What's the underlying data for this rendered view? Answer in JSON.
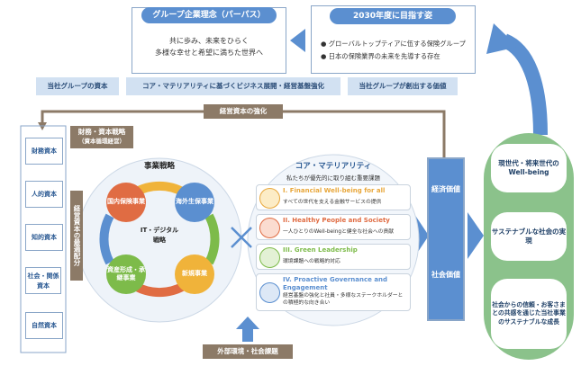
{
  "purpose": {
    "title": "グループ企業理念（パーパス）",
    "line1": "共に歩み、未来をひらく",
    "line2": "多様な幸せと希望に満ちた世界へ"
  },
  "vision2030": {
    "title": "2030年度に目指す姿",
    "items": [
      "グローバルトップティアに伍する保険グループ",
      "日本の保険業界の未来を先導する存在"
    ]
  },
  "flow_bar": {
    "left": "当社グループの資本",
    "middle": "コア・マテリアリティに基づくビジネス展開・経営基盤強化",
    "right": "当社グループが創出する価値"
  },
  "capital_reinforcement": "経営資本の強化",
  "financial_strategy": {
    "title": "財務・資本戦略",
    "subtitle": "（資本循環経営）"
  },
  "capitals": [
    "財務資本",
    "人的資本",
    "知的資本",
    "社会・関係資本",
    "自然資本"
  ],
  "allocation_label": "経営資本の最適配分",
  "business_strategy": {
    "title": "事業戦略",
    "center": "IT・デジタル戦略",
    "segments": [
      "国内保険事業",
      "海外生保事業",
      "新規事業",
      "資産形成・承継事業"
    ]
  },
  "core_materiality": {
    "title": "コア・マテリアリティ",
    "subtitle": "私たちが優先的に取り組む重要課題",
    "items": [
      {
        "title": "I. Financial Well-being for all",
        "sub": "すべての世代を支える金融サービスの提供",
        "color": "#e8a73b"
      },
      {
        "title": "II. Healthy People and Society",
        "sub": "一人ひとりのWell-beingと健全な社会への貢献",
        "color": "#e06c43"
      },
      {
        "title": "III. Green Leadership",
        "sub": "環境課題への戦略的対応",
        "color": "#7dbb4a"
      },
      {
        "title": "IV. Proactive Governance and Engagement",
        "sub": "経営基盤の強化と社員・多様なステークホルダーとの積極的な向き合い",
        "color": "#5b8fd0"
      }
    ]
  },
  "value_box": {
    "top": "経済価値",
    "bottom": "社会価値"
  },
  "external_env": "外部環境・社会課題",
  "outcomes": [
    "現世代・将来世代のWell-being",
    "サステナブルな社会の実現",
    "社会からの信頼・お客さまとの共感を通じた当社事業のサステナブルな成長"
  ],
  "colors": {
    "blue": "#5b8fd0",
    "green": "#8bc28b",
    "brown": "#8c7a67",
    "light_blue": "#d2e1f2"
  }
}
